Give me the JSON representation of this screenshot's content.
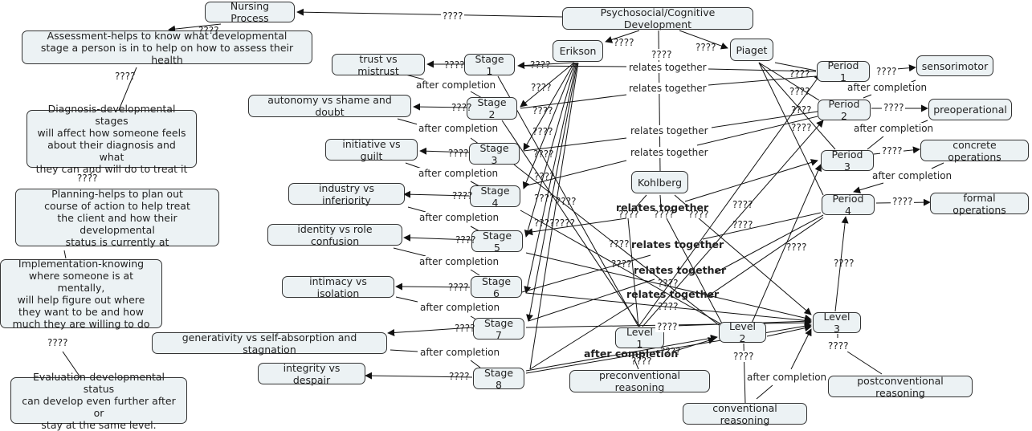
{
  "nodes": {
    "nursing": "Nursing Process",
    "assessment": "Assessment-helps to know what developmental\nstage a person is in to help on how to assess their health",
    "diagnosis": "Diagnosis-developmental stages\nwill affect how someone feels\nabout their diagnosis and what\nthey can and will do to treat it",
    "planning": "Planning-helps to plan out\ncourse of action to help treat\nthe client and how their developmental\nstatus is currently at",
    "implementation": "Implementation-knowing\nwhere someone is at mentally,\nwill help figure out where\nthey want to be and how\nmuch they are willing to do",
    "evaluation": "Evaluation-developmental status\ncan develop even further after or\nstay at the same level.",
    "psycho": "Psychosocial/Cognitive Development",
    "erikson": "Erikson",
    "piaget": "Piaget",
    "kohlberg": "Kohlberg",
    "stage1": "Stage 1",
    "stage2": "Stage 2",
    "stage3": "Stage 3",
    "stage4": "Stage 4",
    "stage5": "Stage 5",
    "stage6": "Stage 6",
    "stage7": "Stage 7",
    "stage8": "Stage 8",
    "trust": "trust vs mistrust",
    "autonomy": "autonomy vs shame and doubt",
    "initiative": "initiative vs guilt",
    "industry": "industry vs inferiority",
    "identity": "identity vs role confusion",
    "intimacy": "intimacy vs isolation",
    "generativity": "generativity vs self-absorption and stagnation",
    "integrity": "integrity vs despair",
    "period1": "Period 1",
    "period2": "Period 2",
    "period3": "Period 3",
    "period4": "Period 4",
    "sensorimotor": "sensorimotor",
    "preoperational": "preoperational",
    "concrete": "concrete operations",
    "formal": "formal operations",
    "level1": "Level 1",
    "level2": "Level 2",
    "level3": "Level 3",
    "preconv": "preconventional reasoning",
    "conv": "conventional reasoning",
    "postconv": "postconventional reasoning"
  },
  "labels": {
    "unknown": "????",
    "after": "after completion",
    "relates": "relates together",
    "multi": "????????"
  }
}
